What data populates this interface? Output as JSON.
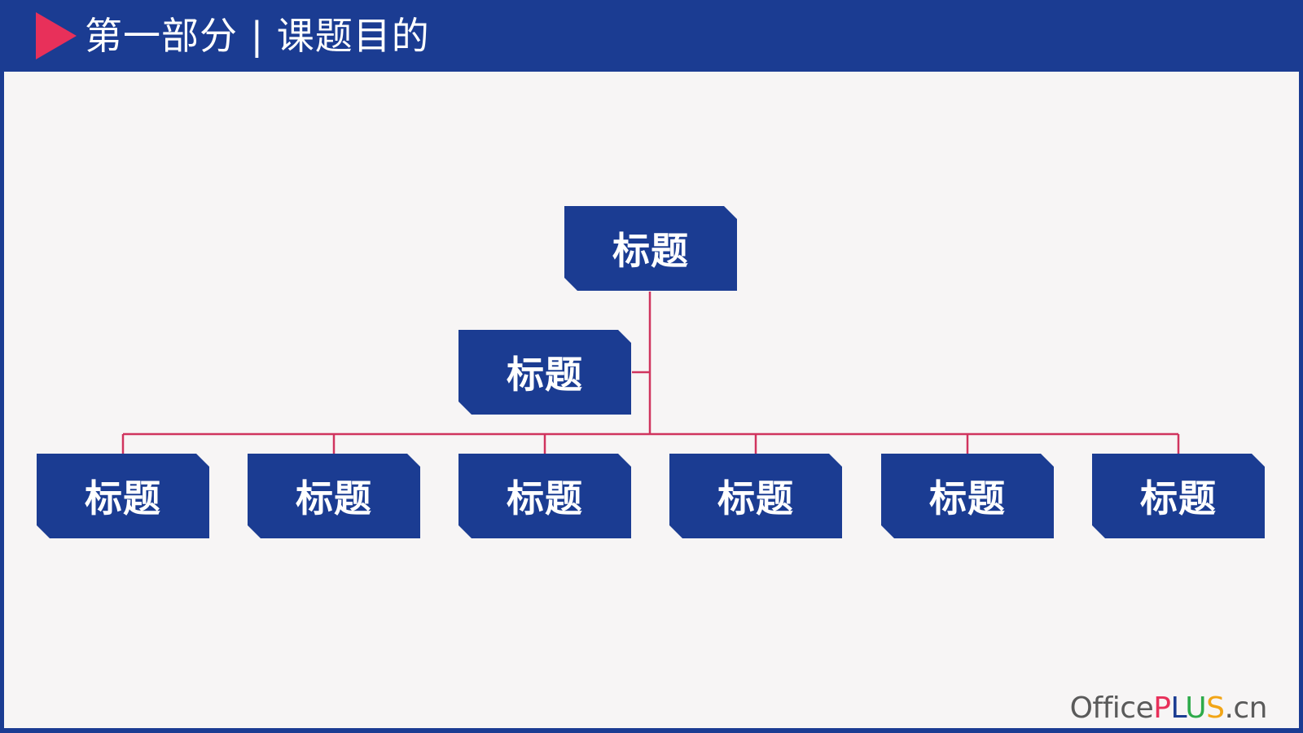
{
  "header": {
    "title": "第一部分 | 课题目的",
    "arrow_color": "#e8305a",
    "background_color": "#1b3c92"
  },
  "diagram": {
    "root": {
      "label": "标题"
    },
    "assistant": {
      "label": "标题"
    },
    "children": [
      {
        "label": "标题"
      },
      {
        "label": "标题"
      },
      {
        "label": "标题"
      },
      {
        "label": "标题"
      },
      {
        "label": "标题"
      },
      {
        "label": "标题"
      }
    ],
    "node_color": "#1b3c92",
    "connector_color": "#d0345e"
  },
  "brand": {
    "part1": "Office",
    "p": "P",
    "l": "L",
    "u": "U",
    "s": "S",
    "suffix": ".cn",
    "colors": {
      "office": "#5a5a5a",
      "p": "#e8305a",
      "l": "#1b3c92",
      "u": "#2eaa4a",
      "s": "#f2a516",
      "suffix": "#5a5a5a"
    }
  }
}
